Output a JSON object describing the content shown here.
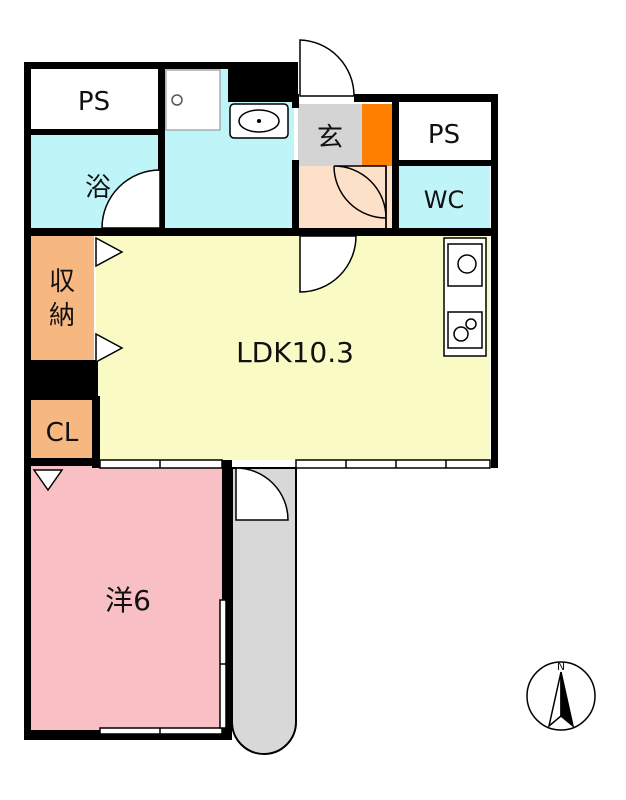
{
  "rooms": {
    "ps_left": "PS",
    "bath": "浴",
    "entrance": "玄",
    "ps_right": "PS",
    "wc": "WC",
    "storage_line1": "収",
    "storage_line2": "納",
    "ldk": "LDK10.3",
    "closet": "CL",
    "western_room": "洋6"
  },
  "compass": {
    "north_label": "N"
  },
  "colors": {
    "wall": "#000000",
    "bath_wet": "#bff5f8",
    "entrance_floor": "#fce0c8",
    "storage": "#f6b880",
    "ldk": "#fafac4",
    "western_room": "#f8c0c4",
    "balcony": "#d8d8d8",
    "entrance_step": "#d4d4d4",
    "shoe_box": "#ff8000"
  }
}
